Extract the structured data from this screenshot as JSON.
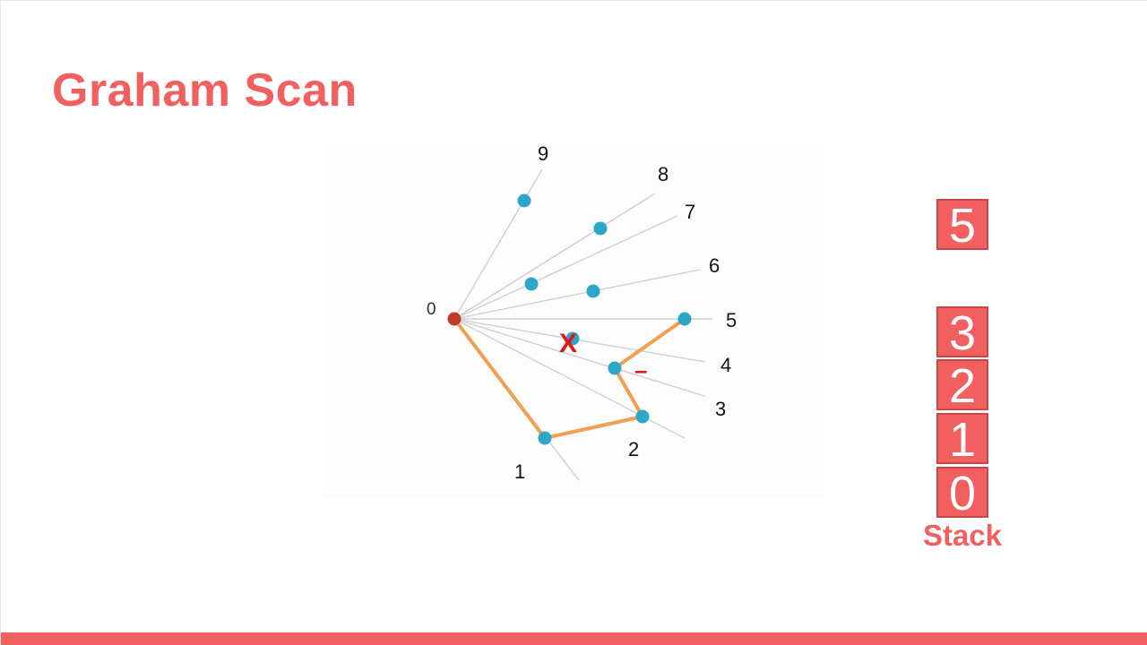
{
  "title": "Graham Scan",
  "origin_label": "0",
  "point_labels": [
    "1",
    "2",
    "3",
    "4",
    "5",
    "6",
    "7",
    "8",
    "9"
  ],
  "rejection_marker": "X",
  "turn_marker": "–",
  "stack": {
    "top_pending": "5",
    "items": [
      "3",
      "2",
      "1",
      "0"
    ],
    "label": "Stack"
  },
  "colors": {
    "accent": "#f25f5f",
    "origin_point": "#c0392b",
    "points": "#2aa7c9",
    "hull_path": "#f0a050",
    "rays": "#cfcfcf",
    "marker": "#e01818"
  }
}
